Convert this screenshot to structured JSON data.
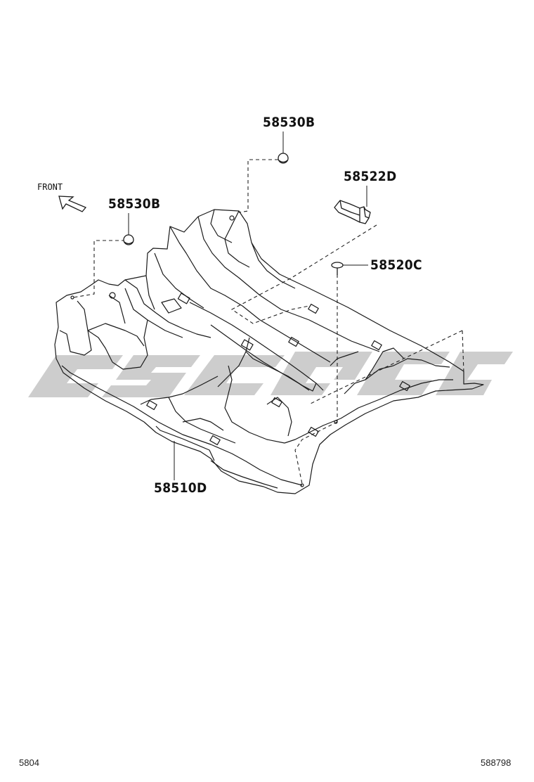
{
  "front_label": "FRONT",
  "parts": {
    "clip_top": "58530B",
    "clip_left": "58530B",
    "bracket": "58522D",
    "fastener": "58520C",
    "carpet": "58510D"
  },
  "footer": {
    "left_code": "5804",
    "right_code": "588798"
  },
  "colors": {
    "line": "#1a1a1a",
    "dashed": "#222222",
    "watermark": "#cdcdcd"
  }
}
